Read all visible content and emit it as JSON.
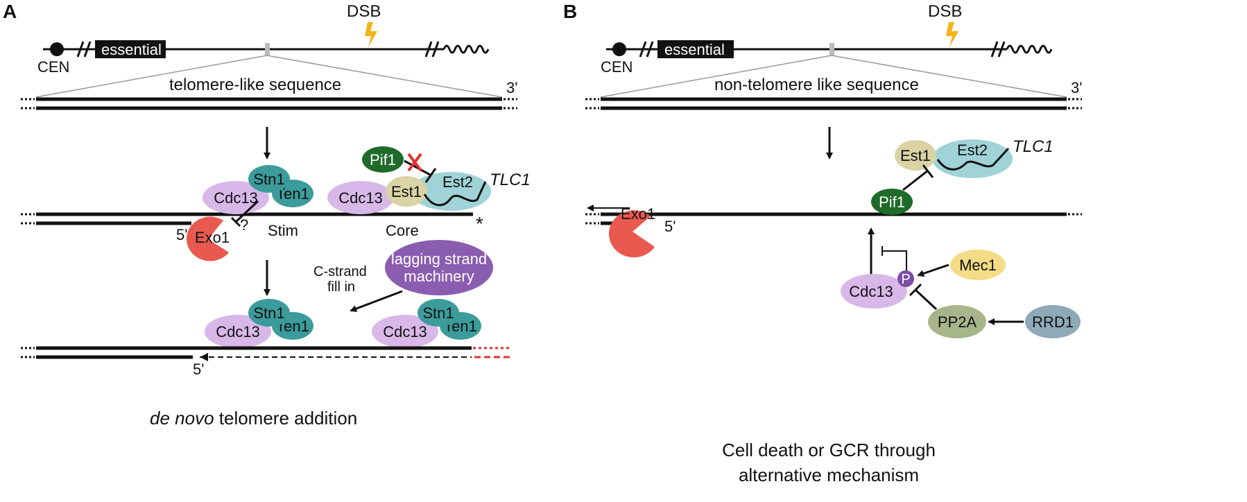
{
  "panelA": {
    "letter": "A",
    "dsb": "DSB",
    "cen": "CEN",
    "essential": "essential",
    "sequence_label": "telomere-like sequence",
    "three_prime": "3'",
    "proteins": {
      "cdc13_left": "Cdc13",
      "stn1_left": "Stn1",
      "ten1_left": "Ten1",
      "cdc13_core": "Cdc13",
      "est1": "Est1",
      "est2": "Est2",
      "tlc1": "TLC1",
      "pif1": "Pif1",
      "exo1": "Exo1"
    },
    "question": "?",
    "five_prime_top": "5'",
    "stim": "Stim",
    "core": "Core",
    "asterisk": "*",
    "lagging_line1": "lagging strand",
    "lagging_line2": "machinery",
    "cstrand_line1": "C-strand",
    "cstrand_line2": "fill in",
    "bottom": {
      "cdc13_a": "Cdc13",
      "stn1_a": "Stn1",
      "ten1_a": "Ten1",
      "cdc13_b": "Cdc13",
      "stn1_b": "Stn1",
      "ten1_b": "Ten1",
      "five_prime": "5'"
    },
    "caption_italic": "de novo",
    "caption_rest": " telomere addition"
  },
  "panelB": {
    "letter": "B",
    "dsb": "DSB",
    "cen": "CEN",
    "essential": "essential",
    "sequence_label": "non-telomere like sequence",
    "three_prime": "3'",
    "proteins": {
      "est1": "Est1",
      "est2": "Est2",
      "tlc1": "TLC1",
      "pif1": "Pif1",
      "exo1": "Exo1",
      "cdc13": "Cdc13",
      "p": "P",
      "mec1": "Mec1",
      "pp2a": "PP2A",
      "rrd1": "RRD1"
    },
    "five_prime": "5'",
    "caption_line1": "Cell death or GCR through",
    "caption_line2": "alternative mechanism"
  },
  "colors": {
    "cdc13": "#d7b8e8",
    "stn1_ten1": "#3c9b9b",
    "est1": "#d9d3a6",
    "est2": "#9fd3d8",
    "pif1": "#1f6b2a",
    "exo1": "#e85a4f",
    "lagging": "#8a5db0",
    "mec1": "#f4dc86",
    "pp2a": "#a7b58a",
    "rrd1": "#8ea9b8",
    "phospho": "#7c4ea8",
    "dsb_bolt": "#f2b416",
    "red_mark": "#e03030"
  }
}
